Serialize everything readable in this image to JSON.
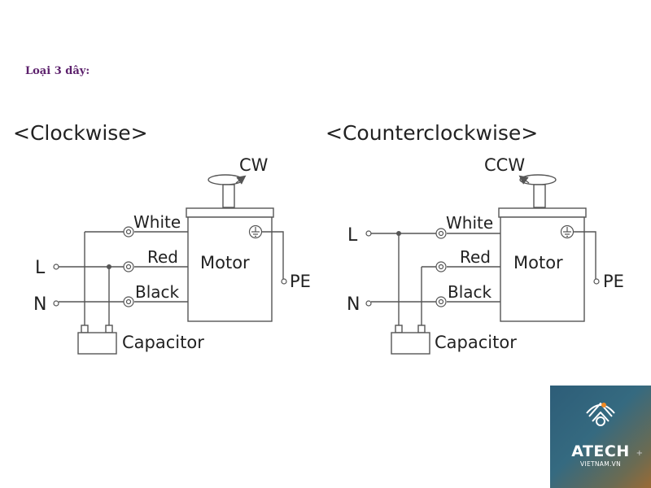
{
  "heading": "Loại 3 dây:",
  "clockwise": {
    "title": "<Clockwise>",
    "rotation": "CW",
    "wire_white": "White",
    "wire_red": "Red",
    "wire_black": "Black",
    "motor": "Motor",
    "pe": "PE",
    "line_l": "L",
    "line_n": "N",
    "capacitor": "Capacitor"
  },
  "counterclockwise": {
    "title": "<Counterclockwise>",
    "rotation": "CCW",
    "wire_white": "White",
    "wire_red": "Red",
    "wire_black": "Black",
    "motor": "Motor",
    "pe": "PE",
    "line_l": "L",
    "line_n": "N",
    "capacitor": "Capacitor"
  },
  "logo": {
    "name": "ATECH",
    "domain": "VIETNAM.VN",
    "plus": "+"
  },
  "colors": {
    "heading": "#5b1f6b",
    "lines": "#555555",
    "text": "#222222"
  }
}
